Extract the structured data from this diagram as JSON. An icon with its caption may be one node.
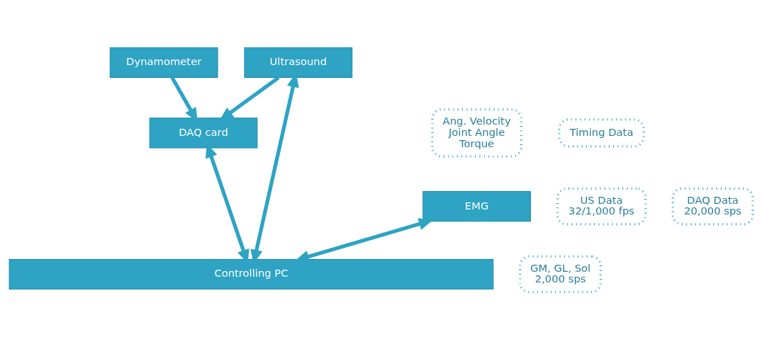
{
  "diagram": {
    "nodes": [
      {
        "text": [
          "Ultrasound"
        ]
      },
      {
        "text": [
          "Dynamometer"
        ]
      },
      {
        "text": [
          "Timing Data"
        ]
      },
      {
        "text": [
          "DAQ card"
        ]
      },
      {
        "text": [
          "Ang. Velocity Joint Angle Torque"
        ]
      },
      {
        "text": [
          "EMG"
        ]
      },
      {
        "text": [
          "US Data 32/1,000 fps"
        ]
      },
      {
        "text": [
          "DAQ Data 20,000 sps"
        ]
      },
      {
        "text": [
          "GM, GL, Sol 2,000 sps"
        ]
      },
      {
        "text": [
          "Controlling PC"
        ]
      }
    ],
    "edges": [
      {
        "from": 0,
        "to": 3,
        "arrow": "to"
      },
      {
        "from": 1,
        "to": 3,
        "arrow": "to"
      },
      {
        "from": 0,
        "to": 9,
        "arrow": "both"
      },
      {
        "from": 3,
        "to": 9,
        "arrow": "both"
      },
      {
        "from": 5,
        "to": 9,
        "arrow": "both"
      }
    ]
  }
}
